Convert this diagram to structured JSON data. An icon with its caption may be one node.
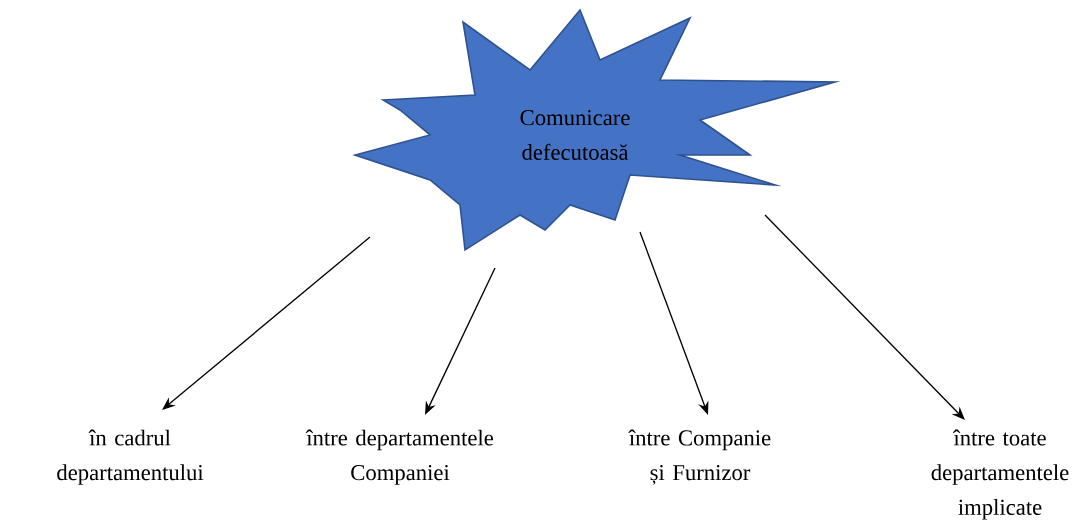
{
  "diagram": {
    "nodes": [
      {
        "text": [
          "Comunicare defecutoasă"
        ]
      },
      {
        "text": [
          "în cadrul departamentului"
        ]
      },
      {
        "text": [
          "între departamentele Companiei"
        ]
      },
      {
        "text": [
          "între Companie și Furnizor"
        ]
      },
      {
        "text": [
          "între toate departamentele implicate"
        ]
      }
    ],
    "edges": [
      {
        "from": 0,
        "to": 1,
        "arrow": "to"
      },
      {
        "from": 0,
        "to": 2,
        "arrow": "to"
      },
      {
        "from": 0,
        "to": 3,
        "arrow": "to"
      },
      {
        "from": 0,
        "to": 4,
        "arrow": "to"
      }
    ]
  }
}
